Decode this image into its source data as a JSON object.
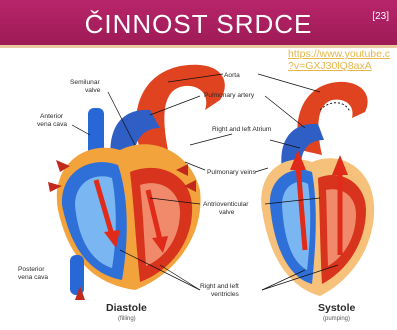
{
  "slide": {
    "title": "ČINNOST SRDCE",
    "ref": "[23]",
    "url_line1": "https://www.youtube.c",
    "url_line2": "?v=GXJ30lQ8axA"
  },
  "diagram": {
    "labels": {
      "semilunar": "Semilunar",
      "valve": "valve",
      "aorta": "Aorta",
      "pulmonary_artery": "Pulmonary artery",
      "anterior": "Anterior",
      "vena_cava": "vena cava",
      "right_left_atrium": "Right and left Atrium",
      "pulmonary_veins": "Pulmonary veins",
      "antrioventicular": "Antrioventicular",
      "av_valve": "valve",
      "posterior": "Posterior",
      "posterior_vena_cava": "vena cava",
      "right_left": "Right and left",
      "ventricles": "ventricles"
    },
    "diastole": {
      "title": "Diastole",
      "subtitle": "(filling)"
    },
    "systole": {
      "title": "Systole",
      "subtitle": "(pumping)"
    }
  }
}
